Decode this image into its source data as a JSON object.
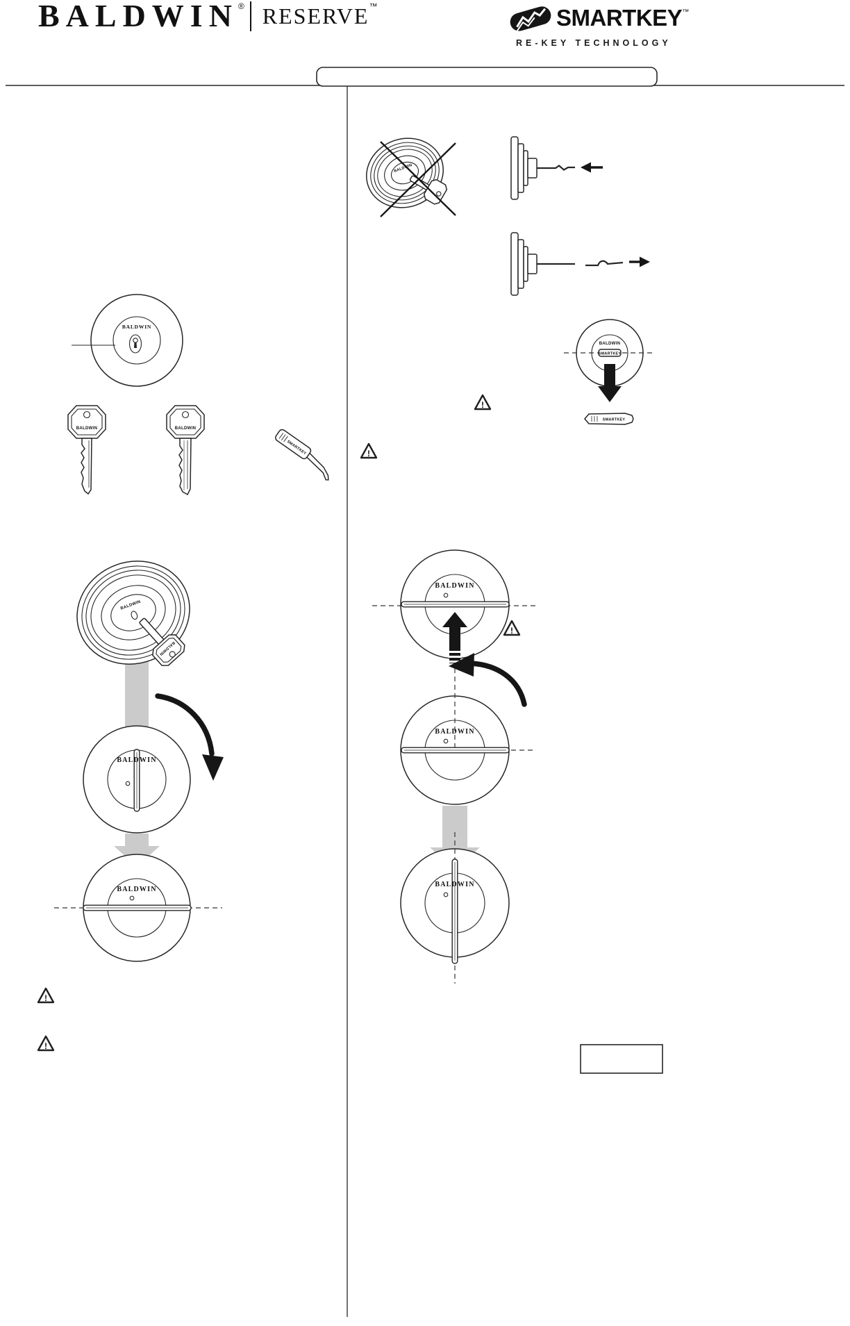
{
  "header": {
    "brand": "BALDWIN",
    "brand_mark": "®",
    "series": "RESERVE",
    "series_mark": "™",
    "logo_text": "SMARTKEY",
    "logo_mark": "™",
    "tagline": "RE-KEY TECHNOLOGY"
  },
  "labels": {
    "baldwin": "BALDWIN",
    "smartkey": "SMARTKEY",
    "warning": "!"
  },
  "colors": {
    "ink": "#1f1f1f",
    "flow_arrow_gray": "#cbcbcb",
    "arrow_black": "#161616"
  }
}
